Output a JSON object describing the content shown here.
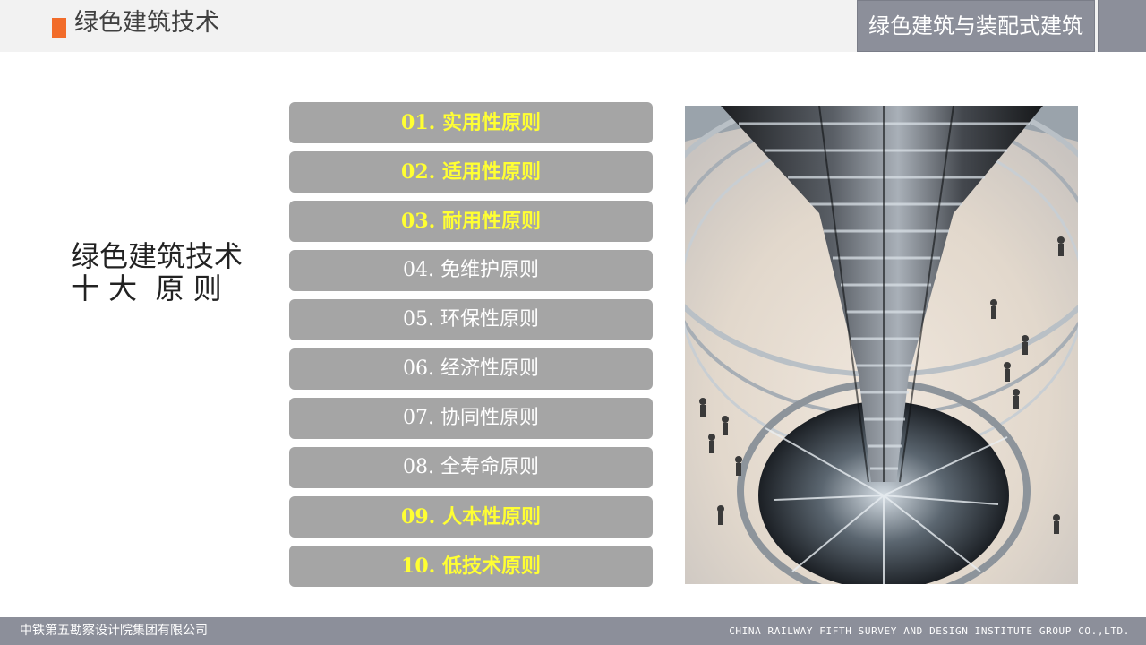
{
  "header": {
    "title": "绿色建筑技术",
    "tag": "绿色建筑与装配式建筑",
    "accent_color": "#f26c2a"
  },
  "side_title": {
    "line1": "绿色建筑技术",
    "line2": "十 大  原 则"
  },
  "principles": [
    {
      "label": "01. 实用性原则",
      "highlight": true
    },
    {
      "label": "02. 适用性原则",
      "highlight": true
    },
    {
      "label": "03. 耐用性原则",
      "highlight": true
    },
    {
      "label": "04. 免维护原则",
      "highlight": false
    },
    {
      "label": "05. 环保性原则",
      "highlight": false
    },
    {
      "label": "06. 经济性原则",
      "highlight": false
    },
    {
      "label": "07. 协同性原则",
      "highlight": false
    },
    {
      "label": "08. 全寿命原则",
      "highlight": false
    },
    {
      "label": "09. 人本性原则",
      "highlight": true
    },
    {
      "label": "10. 低技术原则",
      "highlight": true
    }
  ],
  "colors": {
    "item_bg": "#a5a5a5",
    "highlight_text": "#ffff33",
    "normal_text": "#ffffff",
    "bar": "#8c8f9a"
  },
  "footer": {
    "left": "中铁第五勘察设计院集团有限公司",
    "right": "CHINA RAILWAY FIFTH SURVEY AND DESIGN INSTITUTE GROUP CO.,LTD."
  }
}
